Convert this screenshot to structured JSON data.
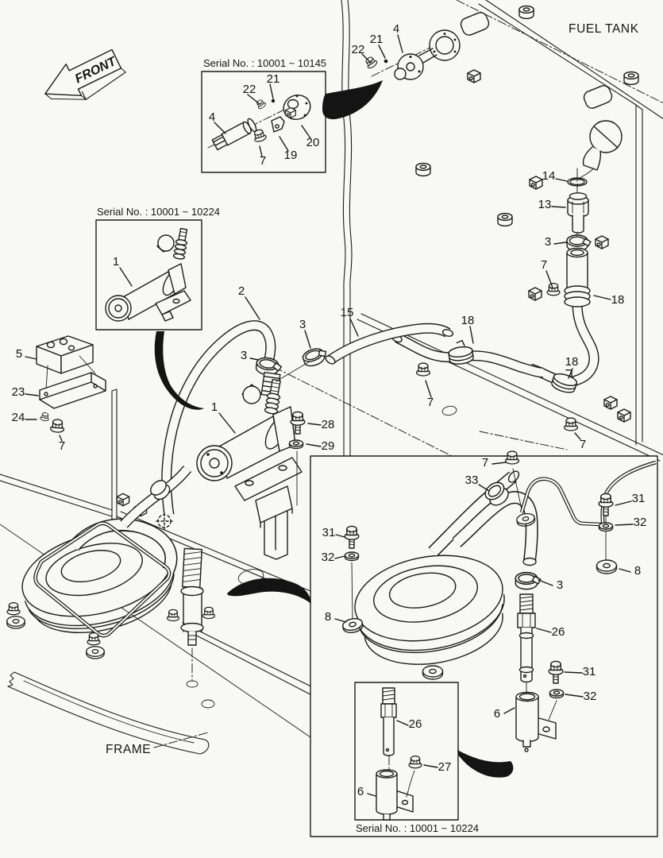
{
  "colors": {
    "background": "#f8f8f6",
    "line": "#1c1c1c",
    "swoosh": "#111111"
  },
  "titles": {
    "front": "FRONT",
    "fuel_tank": "FUEL TANK",
    "frame": "FRAME"
  },
  "inset_boxes": {
    "sender": {
      "serial": "Serial No. : 10001 ~ 10145"
    },
    "pump": {
      "serial": "Serial No. : 10001 ~ 10224"
    },
    "strainer": {
      "serial": "Serial No. : 10001 ~ 10224"
    }
  },
  "callouts": [
    {
      "text": "21"
    },
    {
      "text": "22"
    },
    {
      "text": "4"
    },
    {
      "text": "7"
    },
    {
      "text": "19"
    },
    {
      "text": "20"
    },
    {
      "text": "22"
    },
    {
      "text": "21"
    },
    {
      "text": "4"
    },
    {
      "text": "14"
    },
    {
      "text": "13"
    },
    {
      "text": "3"
    },
    {
      "text": "7"
    },
    {
      "text": "18"
    },
    {
      "text": "18"
    },
    {
      "text": "7"
    },
    {
      "text": "18"
    },
    {
      "text": "7"
    },
    {
      "text": "5"
    },
    {
      "text": "23"
    },
    {
      "text": "24"
    },
    {
      "text": "7"
    },
    {
      "text": "1"
    },
    {
      "text": "1"
    },
    {
      "text": "2"
    },
    {
      "text": "3"
    },
    {
      "text": "3"
    },
    {
      "text": "15"
    },
    {
      "text": "28"
    },
    {
      "text": "29"
    },
    {
      "text": "7"
    },
    {
      "text": "33"
    },
    {
      "text": "31"
    },
    {
      "text": "32"
    },
    {
      "text": "8"
    },
    {
      "text": "31"
    },
    {
      "text": "32"
    },
    {
      "text": "8"
    },
    {
      "text": "3"
    },
    {
      "text": "26"
    },
    {
      "text": "31"
    },
    {
      "text": "32"
    },
    {
      "text": "6"
    },
    {
      "text": "26"
    },
    {
      "text": "27"
    },
    {
      "text": "6"
    }
  ]
}
